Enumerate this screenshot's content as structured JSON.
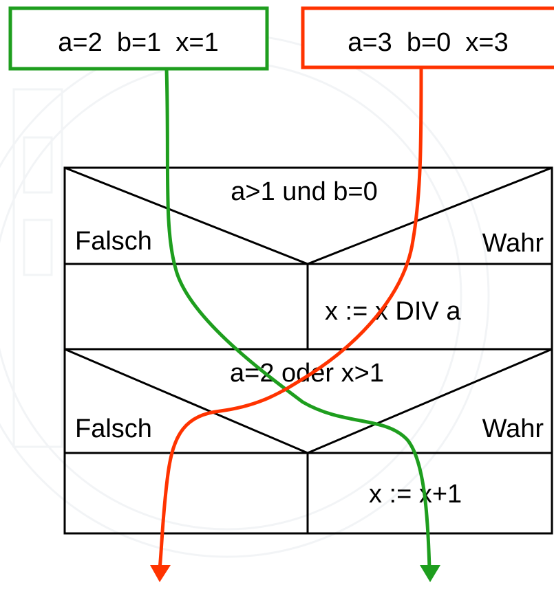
{
  "trace_boxes": {
    "green": {
      "text": "a=2  b=1  x=1",
      "color": "#1e9e1e"
    },
    "red": {
      "text": "a=3  b=0  x=3",
      "color": "#ff3300"
    }
  },
  "decision1": {
    "condition": "a>1 und b=0",
    "false_label": "Falsch",
    "true_label": "Wahr",
    "true_statement": "x := x DIV a"
  },
  "decision2": {
    "condition": "a=2 oder x>1",
    "false_label": "Falsch",
    "true_label": "Wahr",
    "true_statement": "x := x+1"
  }
}
